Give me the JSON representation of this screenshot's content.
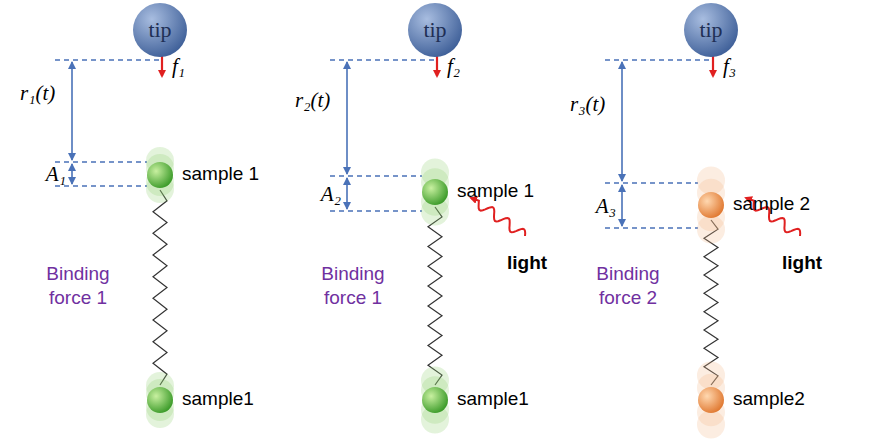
{
  "diagram": {
    "nodes": [
      {
        "text": [
          "tip"
        ]
      },
      {
        "text": [
          "tip"
        ]
      },
      {
        "text": [
          "tip"
        ]
      }
    ],
    "labels": [
      "r₁(t)",
      "f₁",
      "A₁",
      "sample 1",
      "Binding force 1",
      "sample1",
      "r₂(t)",
      "f₂",
      "A₂",
      "sample 1",
      "Binding force 1",
      "sample1",
      "light",
      "r₃(t)",
      "f₃",
      "A₃",
      "sample 2",
      "Binding force 2",
      "sample2",
      "light"
    ]
  }
}
